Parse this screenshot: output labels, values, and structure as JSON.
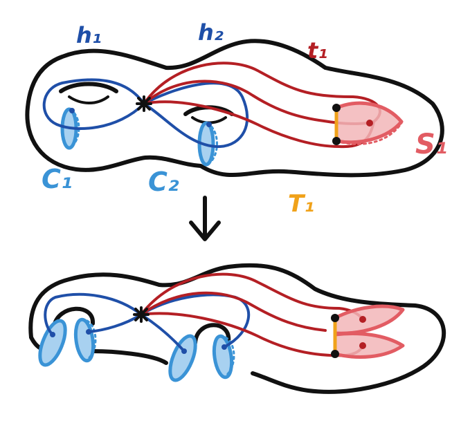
{
  "colors": {
    "outline": "#111111",
    "handle_loop": "#1f4fa8",
    "cut_curve": "#3a93d6",
    "cut_fill": "#a8d1f0",
    "t_curve": "#b41f24",
    "sphere": "#e25c63",
    "sphere_fill": "#f2b6b8",
    "segment": "#f0a21a"
  },
  "labels": {
    "h1": "h₁",
    "h2": "h₂",
    "t1": "t₁",
    "S1": "S₁",
    "C1": "C₁",
    "C2": "C₂",
    "T1": "T₁"
  },
  "panels": {
    "top": "genus-2 surface with handle loops h₁, h₂, arcs t₁, sphere S₁, cut circles C₁, C₂ and segment T₁",
    "bottom": "surface cut along C₁, C₂ and T₁"
  },
  "arrow": "down-arrow-icon"
}
